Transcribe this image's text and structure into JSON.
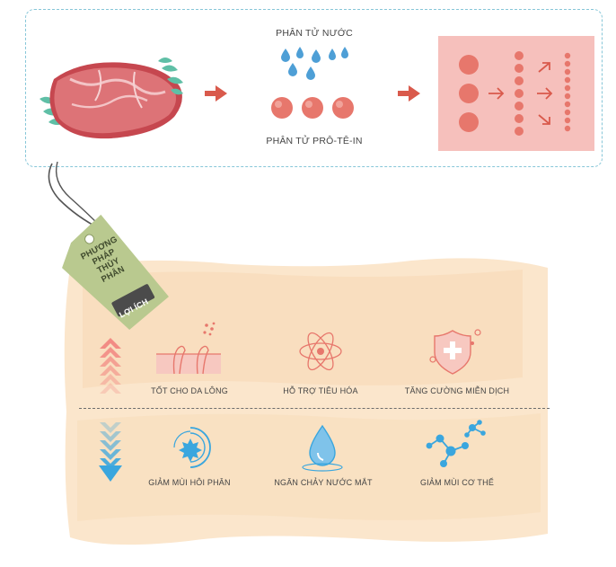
{
  "process": {
    "water_label": "PHÂN TỬ NƯỚC",
    "protein_label": "PHÂN TỬ PRÔ-TÊ-IN"
  },
  "tag": {
    "lines": [
      "PHƯƠNG",
      "PHÁP",
      "THỦY",
      "PHÂN"
    ],
    "badge": "LỢI ÍCH"
  },
  "benefits": [
    {
      "label": "TỐT CHO DA LÔNG",
      "icon": "skin-icon"
    },
    {
      "label": "HỖ TRỢ TIÊU HÓA",
      "icon": "atom-icon"
    },
    {
      "label": "TĂNG CƯỜNG MIỄN DỊCH",
      "icon": "shield-cross-icon"
    }
  ],
  "reductions": [
    {
      "label": "GIẢM MÙI HÔI PHÂN",
      "icon": "odor-burst-icon"
    },
    {
      "label": "NGĂN CHẢY NƯỚC MẮT",
      "icon": "water-drop-icon"
    },
    {
      "label": "GIẢM MÙI CƠ THỂ",
      "icon": "molecule-icon"
    }
  ],
  "colors": {
    "panel_border": "#86c6d8",
    "protein": "#e7776c",
    "water": "#4e9fd6",
    "arrow": "#d95a4c",
    "up_arrow": "#f28b84",
    "down_arrow": "#3aa6de",
    "tag": "#b9c98f",
    "badge": "#4b4b4b",
    "wash": "#f9dcb7"
  }
}
